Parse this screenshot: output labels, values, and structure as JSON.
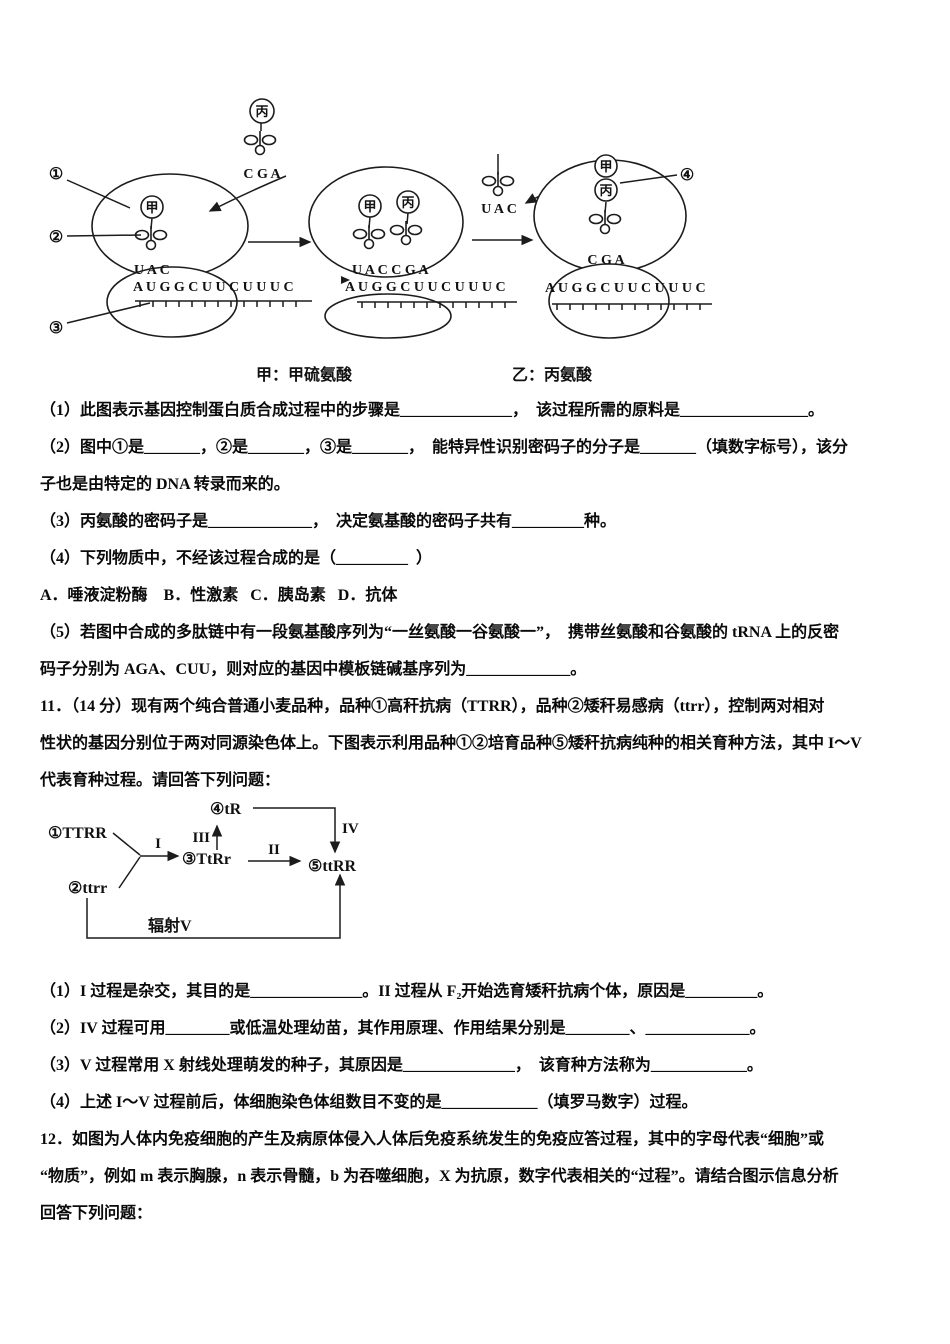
{
  "q10": {
    "figure": {
      "marker1": "①",
      "marker2": "②",
      "marker3": "③",
      "marker4": "④",
      "incoming_trna": {
        "aa": "丙",
        "anticodon": "C G A"
      },
      "ribosome1": {
        "aa": "甲",
        "anticodon": "U A C",
        "mrna": "A U G G C U U C U U U C"
      },
      "ribosome2": {
        "aa1": "甲",
        "aa2": "丙",
        "anticodons": "U A C C G A",
        "mrna": "A U G G C U U C U U U C"
      },
      "released_trna": {
        "anticodon": "U A C"
      },
      "ribosome3": {
        "aa1": "甲",
        "aa2": "丙",
        "anticodon": "C G A",
        "mrna": "A U G G C U U C U U U C"
      },
      "caption_left": "甲：甲硫氨酸",
      "caption_right": "乙：丙氨酸"
    },
    "lines": [
      "（1）此图表示基因控制蛋白质合成过程中的步骤是______________，  该过程所需的原料是________________。",
      "（2）图中①是_______，②是_______，③是_______，  能特异性识别密码子的分子是_______（填数字标号），该分",
      "子也是由特定的 DNA 转录而来的。",
      "（3）丙氨酸的密码子是_____________，  决定氨基酸的密码子共有_________种。",
      "（4）下列物质中，不经该过程合成的是（_________  ）",
      "A．唾液淀粉酶    B．性激素   C．胰岛素   D．抗体",
      "（5）若图中合成的多肽链中有一段氨基酸序列为“一丝氨酸一谷氨酸一”，  携带丝氨酸和谷氨酸的 tRNA 上的反密",
      "码子分别为 AGA、CUU，则对应的基因中模板链碱基序列为_____________。"
    ]
  },
  "q11": {
    "intro": [
      "11．（14 分）现有两个纯合普通小麦品种，品种①高秆抗病（TTRR），品种②矮秆易感病（ttrr），控制两对相对",
      "性状的基因分别位于两对同源染色体上。下图表示利用品种①②培育品种⑤矮秆抗病纯种的相关育种方法，其中 I～V",
      "代表育种过程。请回答下列问题："
    ],
    "figure": {
      "node1": "①TTRR",
      "node2": "②ttrr",
      "node3": "③TtRr",
      "node4": "④tR",
      "node5": "⑤ttRR",
      "proc1": "I",
      "proc2": "II",
      "proc3": "III",
      "proc4": "IV",
      "radiation": "辐射V"
    },
    "lines": [
      "（1）I 过程是杂交，其目的是______________。II 过程从 F₂开始选育矮秆抗病个体，原因是_________。",
      "（2）IV 过程可用________或低温处理幼苗，其作用原理、作用结果分别是________、_____________。",
      "（3）V 过程常用 X 射线处理萌发的种子，其原因是______________，  该育种方法称为____________。",
      "（4）上述 I～V 过程前后，体细胞染色体组数目不变的是____________（填罗马数字）过程。"
    ]
  },
  "q12": {
    "lines": [
      "12．如图为人体内免疫细胞的产生及病原体侵入人体后免疫系统发生的免疫应答过程，其中的字母代表“细胞”或",
      "“物质”，例如 m 表示胸腺，n 表示骨髓，b 为吞噬细胞，X 为抗原，数字代表相关的“过程”。请结合图示信息分析",
      "回答下列问题："
    ]
  }
}
